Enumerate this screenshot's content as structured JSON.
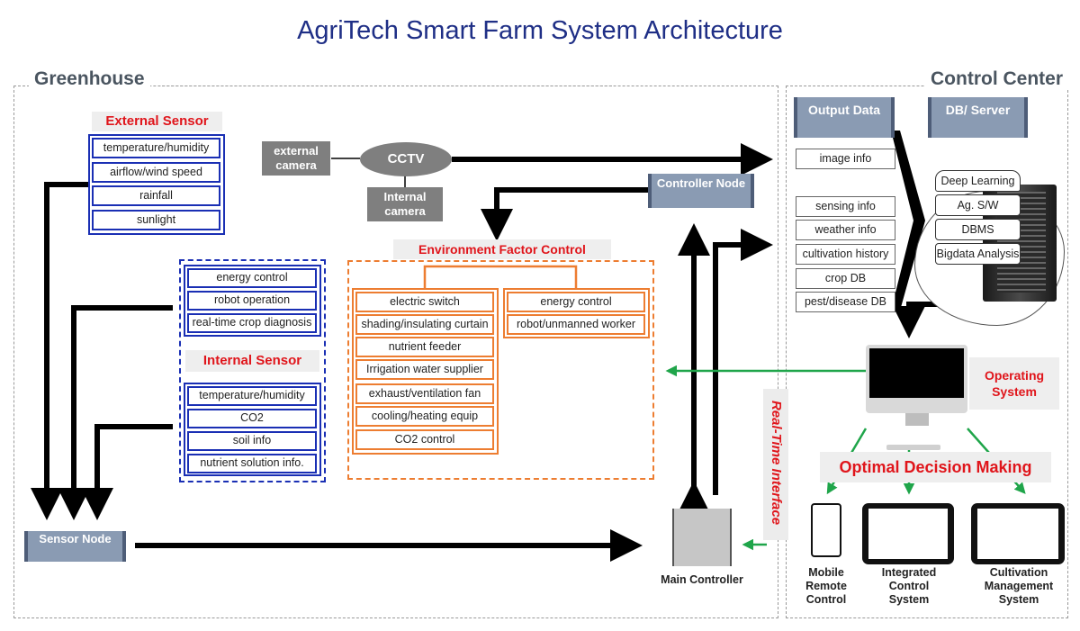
{
  "title": "AgriTech Smart Farm System Architecture",
  "greenhouse": {
    "label": "Greenhouse",
    "external_sensor": {
      "header": "External Sensor",
      "items": [
        "temperature/humidity",
        "airflow/wind speed",
        "rainfall",
        "sunlight"
      ]
    },
    "external_camera": "external camera",
    "cctv": "CCTV",
    "internal_camera": "Internal camera",
    "control_list": [
      "energy control",
      "robot operation",
      "real-time crop diagnosis"
    ],
    "internal_sensor": {
      "header": "Internal Sensor",
      "items": [
        "temperature/humidity",
        "CO2",
        "soil info",
        "nutrient solution info."
      ]
    },
    "env_control": {
      "header": "Environment Factor Control",
      "left_items": [
        "electric switch",
        "shading/insulating curtain",
        "nutrient feeder",
        "Irrigation water supplier",
        "exhaust/ventilation fan",
        "cooling/heating equip",
        "CO2 control"
      ],
      "right_items": [
        "energy control",
        "robot/unmanned worker"
      ]
    },
    "controller_node": "Controller Node",
    "sensor_node": "Sensor Node",
    "main_controller": "Main Controller"
  },
  "real_time_interface": "Real-Time Interface",
  "control_center": {
    "label": "Control Center",
    "output_data": "Output Data",
    "db_server": "DB/ Server",
    "output_items": [
      "image info",
      "sensing info",
      "weather info",
      "cultivation history",
      "crop DB",
      "pest/disease DB"
    ],
    "db_stack": [
      "Deep Learning",
      "Ag. S/W",
      "DBMS",
      "Bigdata Analysis"
    ],
    "operating_system": "Operating System",
    "optimal_decision": "Optimal Decision Making",
    "devices": [
      "Mobile Remote Control",
      "Integrated Control System",
      "Cultivation Management System"
    ]
  },
  "colors": {
    "title": "#1f2f86",
    "red": "#e0151b",
    "blue": "#1a2fb4",
    "orange": "#ed7d31",
    "green": "#1fa54a",
    "node": "#8a9bb3"
  }
}
